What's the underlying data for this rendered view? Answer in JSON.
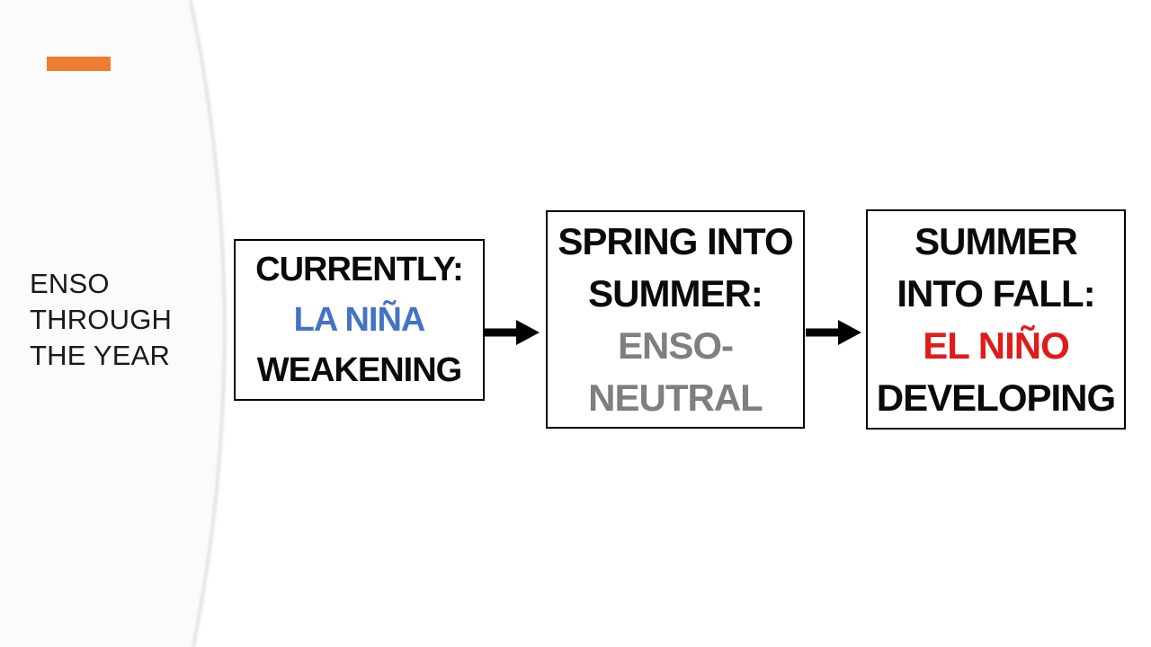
{
  "slide": {
    "background_color": "#FFFFFF",
    "panel_color": "#FBFBFB",
    "panel_edge_color": "#DCDCDC",
    "accent_color": "#ED7D31",
    "title_lines": [
      "ENSO",
      "THROUGH",
      "THE YEAR"
    ],
    "title_full": "ENSO THROUGH THE YEAR"
  },
  "flowchart": {
    "arrow_color": "#000000",
    "boxes": [
      {
        "id": "currently",
        "lines": [
          {
            "text": "CURRENTLY:",
            "color": "#0a0a0a"
          },
          {
            "text": "LA NIÑA",
            "color": "#4472C4"
          },
          {
            "text": "WEAKENING",
            "color": "#0a0a0a"
          }
        ]
      },
      {
        "id": "spring-into-summer",
        "lines": [
          {
            "text": "SPRING INTO",
            "color": "#0a0a0a"
          },
          {
            "text": "SUMMER:",
            "color": "#0a0a0a"
          },
          {
            "text": "ENSO-",
            "color": "#7F7F7F"
          },
          {
            "text": "NEUTRAL",
            "color": "#7F7F7F"
          }
        ]
      },
      {
        "id": "summer-into-fall",
        "lines": [
          {
            "text": "SUMMER",
            "color": "#0a0a0a"
          },
          {
            "text": "INTO FALL:",
            "color": "#0a0a0a"
          },
          {
            "text": "EL NIÑO",
            "color": "#E01B1B"
          },
          {
            "text": "DEVELOPING",
            "color": "#0a0a0a"
          }
        ]
      }
    ]
  }
}
